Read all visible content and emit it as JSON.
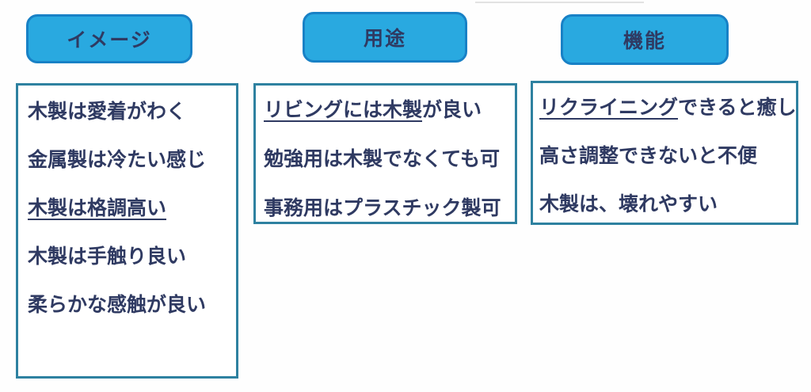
{
  "colors": {
    "header_fill": "#29A9E0",
    "header_border": "#1881C6",
    "box_border": "#2E81A0",
    "text": "#2F3A62",
    "background": "#FEFEFE"
  },
  "columns": [
    {
      "id": "image",
      "header": "イメージ",
      "lines": [
        {
          "segments": [
            {
              "text": "木製は愛着がわく",
              "underline": false
            }
          ]
        },
        {
          "segments": [
            {
              "text": "金属製は冷たい感じ",
              "underline": false
            }
          ]
        },
        {
          "segments": [
            {
              "text": "木製は格調高い",
              "underline": true
            }
          ]
        },
        {
          "segments": [
            {
              "text": "木製は手触り良い",
              "underline": false
            }
          ]
        },
        {
          "segments": [
            {
              "text": "柔らかな感触が良い",
              "underline": false
            }
          ]
        }
      ]
    },
    {
      "id": "usage",
      "header": "用途",
      "lines": [
        {
          "segments": [
            {
              "text": "リビングには木製",
              "underline": true
            },
            {
              "text": "が良い",
              "underline": false
            }
          ]
        },
        {
          "segments": [
            {
              "text": "勉強用は木製でなくても可",
              "underline": false
            }
          ]
        },
        {
          "segments": [
            {
              "text": "事務用はプラスチック製可",
              "underline": false
            }
          ]
        }
      ]
    },
    {
      "id": "function",
      "header": "機能",
      "lines": [
        {
          "segments": [
            {
              "text": "リクライニング",
              "underline": true
            },
            {
              "text": "できると癒し",
              "underline": false
            }
          ]
        },
        {
          "segments": [
            {
              "text": "高さ調整できないと不便",
              "underline": false
            }
          ]
        },
        {
          "segments": [
            {
              "text": "木製は、壊れやすい",
              "underline": false
            }
          ]
        }
      ]
    }
  ]
}
